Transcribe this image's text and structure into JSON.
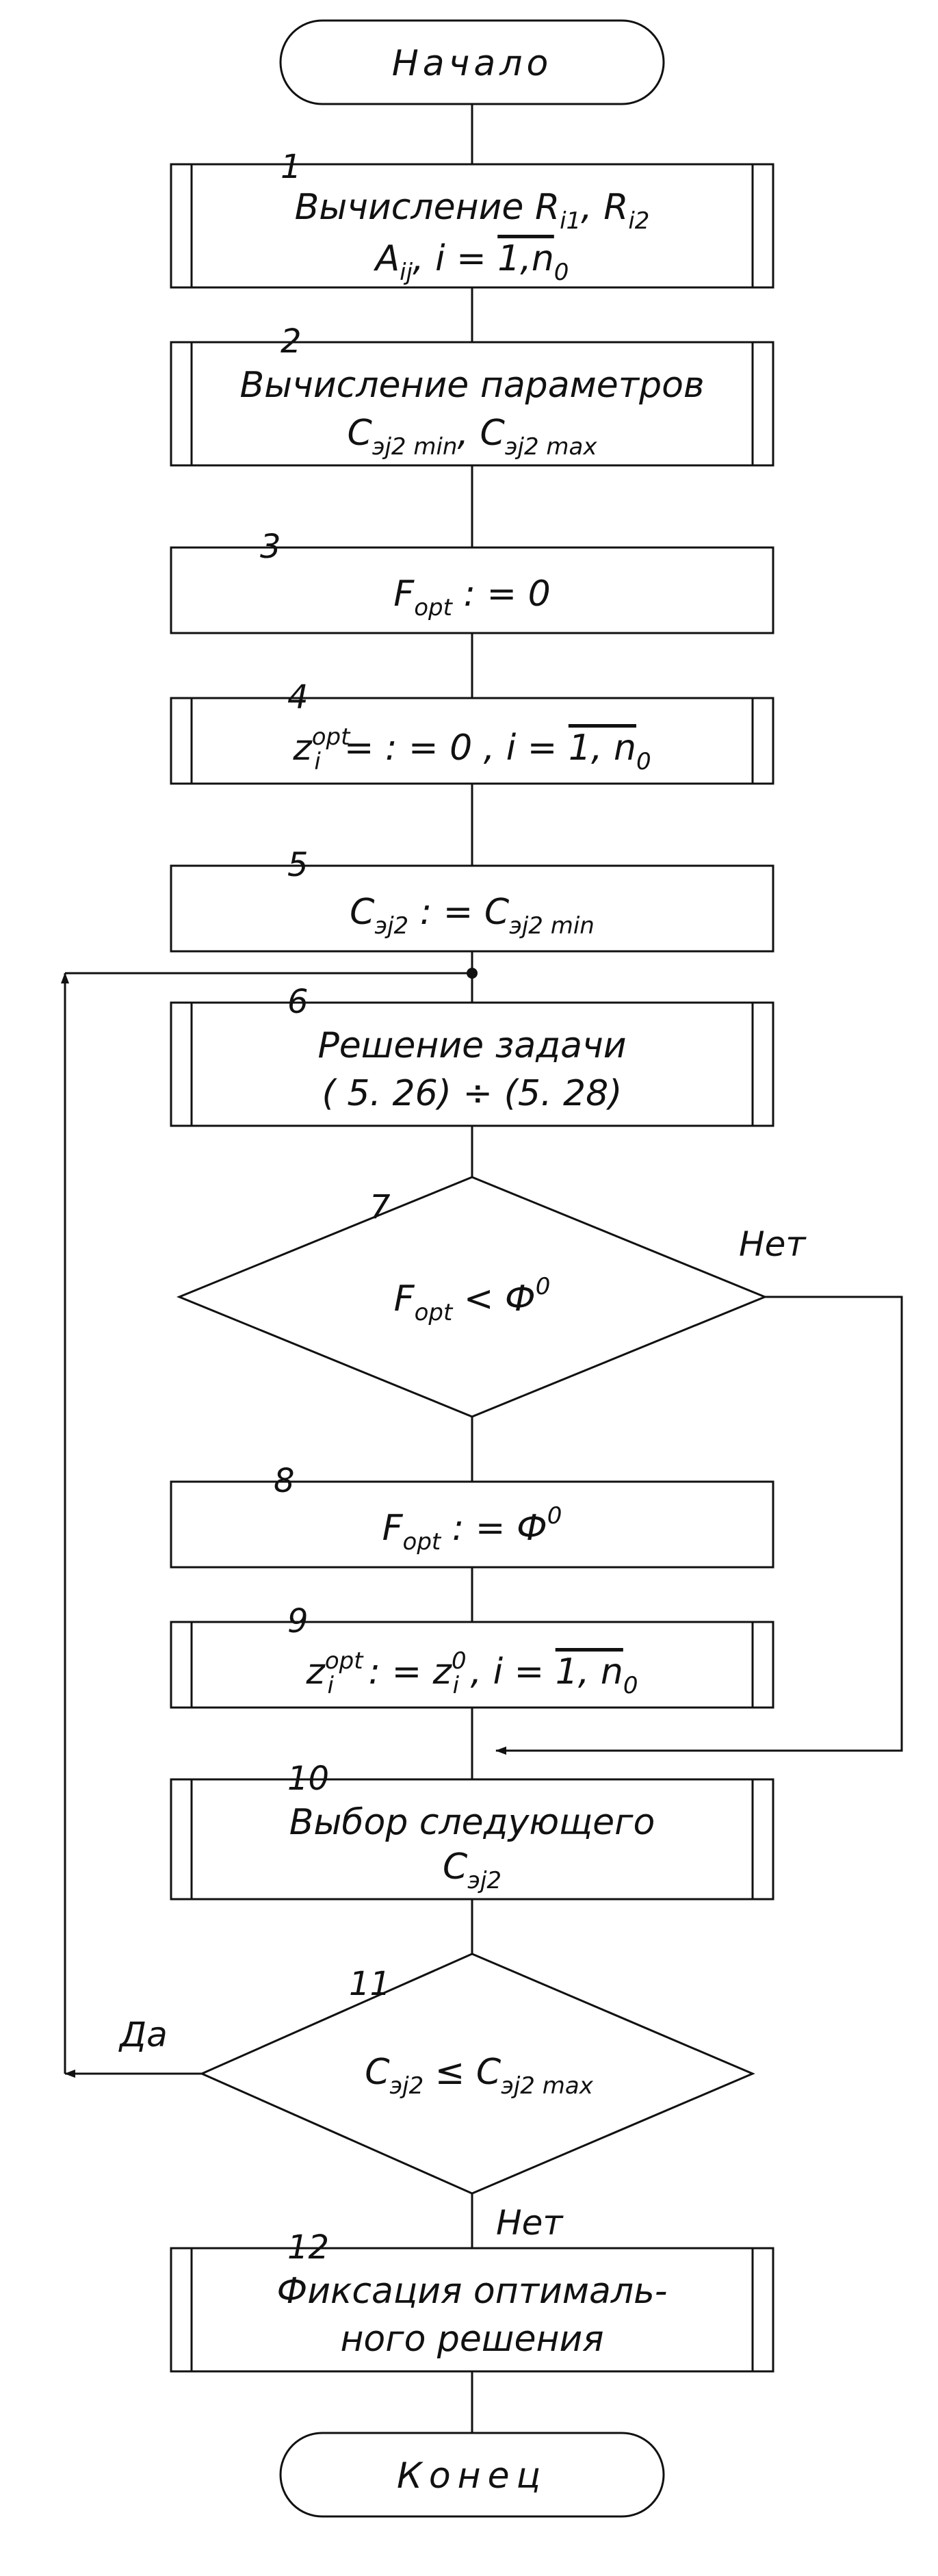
{
  "terminals": {
    "start": "Начало",
    "end": "Конец"
  },
  "blocks": {
    "b1": {
      "num": "1",
      "l1a": "Вычисление R",
      "l1b": "i1",
      "l1c": ", R",
      "l1d": "i2",
      "l2a": "A",
      "l2b": "ij",
      "l2c": ",  i = ",
      "l2d": "1,n",
      "l2e": "0"
    },
    "b2": {
      "num": "2",
      "l1": "Вычисление параметров",
      "l2a": "C",
      "l2b": "эj2 min",
      "l2c": ", C",
      "l2d": "эj2 max"
    },
    "b3": {
      "num": "3",
      "a": "F",
      "b": "opt",
      "c": " : = 0"
    },
    "b4": {
      "num": "4",
      "a": "z",
      "b": "opt",
      "c": "i",
      "d": "= : = 0 ,  i = ",
      "e": "1, n",
      "f": "0"
    },
    "b5": {
      "num": "5",
      "a": "C",
      "b": "эj2",
      "c": " : = C",
      "d": "эj2 min"
    },
    "b6": {
      "num": "6",
      "l1": "Решение  задачи",
      "l2": "( 5. 26) ÷ (5. 28)"
    },
    "d7": {
      "num": "7",
      "a": "F",
      "b": "opt",
      "c": " < Ф",
      "d": "0",
      "no": "Нет"
    },
    "b8": {
      "num": "8",
      "a": "F",
      "b": "opt",
      "c": " : = Ф",
      "d": "0"
    },
    "b9": {
      "num": "9",
      "a": "z",
      "b": "opt",
      "c": "i",
      "d": " : = z",
      "e": "0",
      "f": "i",
      "g": " ,    i = ",
      "h": "1, n",
      "k": "0"
    },
    "b10": {
      "num": "10",
      "l1": "Выбор  следующего",
      "l2a": "C",
      "l2b": "эj2"
    },
    "d11": {
      "num": "11",
      "a": "C",
      "b": "эj2",
      "c": " ≤ C",
      "d": "эj2 max",
      "yes": "Да",
      "no": "Нет"
    },
    "b12": {
      "num": "12",
      "l1": "Фиксация  оптималь-",
      "l2": "ного  решения"
    }
  }
}
